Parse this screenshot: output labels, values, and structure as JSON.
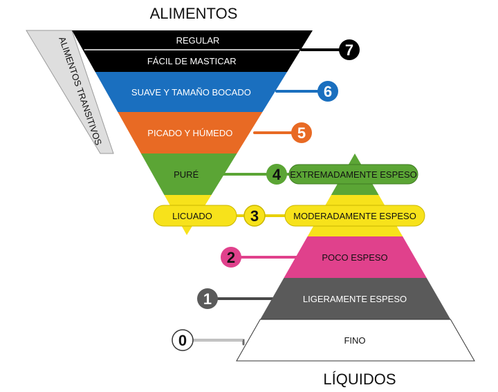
{
  "titles": {
    "top": "ALIMENTOS",
    "bottom": "LÍQUIDOS"
  },
  "side_label": "ALIMENTOS TRANSITIVOS",
  "foods": [
    {
      "label": "REGULAR",
      "color": "#000000",
      "text_color": "#ffffff"
    },
    {
      "label": "FÁCIL DE MASTICAR",
      "color": "#000000",
      "text_color": "#ffffff"
    },
    {
      "label": "SUAVE Y TAMAÑO BOCADO",
      "color": "#1a6fbf",
      "text_color": "#ffffff"
    },
    {
      "label": "PICADO Y HÚMEDO",
      "color": "#e86a24",
      "text_color": "#ffffff"
    },
    {
      "label": "PURÉ",
      "color": "#5ba535",
      "text_color": "#111111"
    },
    {
      "label": "LICUADO",
      "color": "#f7e21b",
      "text_color": "#111111"
    }
  ],
  "liquids": [
    {
      "label": "EXTREMADAMENTE ESPESO",
      "color": "#5ba535",
      "text_color": "#111111"
    },
    {
      "label": "MODERADAMENTE ESPESO",
      "color": "#f7e21b",
      "text_color": "#111111"
    },
    {
      "label": "POCO ESPESO",
      "color": "#e0418c",
      "text_color": "#111111"
    },
    {
      "label": "LIGERAMENTE ESPESO",
      "color": "#5a5a5a",
      "text_color": "#ffffff"
    },
    {
      "label": "FINO",
      "color": "#ffffff",
      "text_color": "#111111"
    }
  ],
  "levels": [
    {
      "number": "7",
      "fill": "#000000",
      "text_color": "#ffffff"
    },
    {
      "number": "6",
      "fill": "#1a6fbf",
      "text_color": "#ffffff"
    },
    {
      "number": "5",
      "fill": "#e86a24",
      "text_color": "#ffffff"
    },
    {
      "number": "4",
      "fill": "#5ba535",
      "text_color": "#111111"
    },
    {
      "number": "3",
      "fill": "#f7e21b",
      "text_color": "#111111"
    },
    {
      "number": "2",
      "fill": "#e0418c",
      "text_color": "#111111"
    },
    {
      "number": "1",
      "fill": "#5a5a5a",
      "text_color": "#ffffff"
    },
    {
      "number": "0",
      "fill": "#ffffff",
      "text_color": "#111111"
    }
  ]
}
